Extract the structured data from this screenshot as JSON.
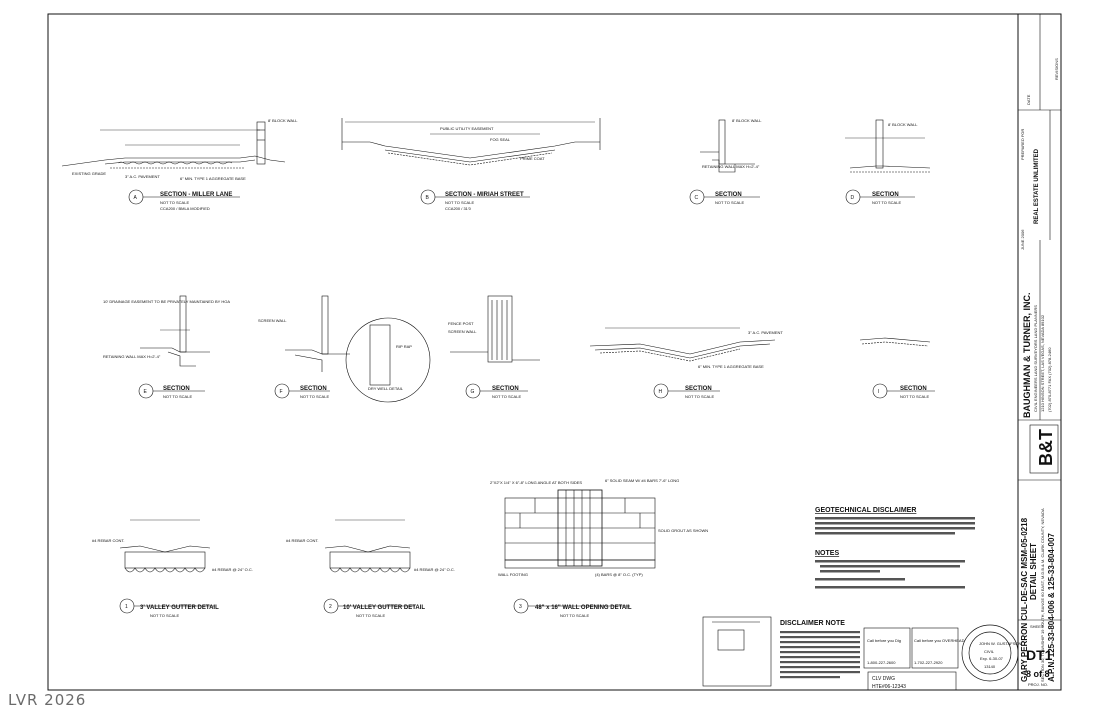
{
  "sections": {
    "a": {
      "letter": "A",
      "title": "SECTION - MILLER LANE",
      "sub": "NOT TO SCALE",
      "sub2": "CCA200 / BMLA MODIFIED"
    },
    "b": {
      "letter": "B",
      "title": "SECTION - MIRIAH STREET",
      "sub": "NOT TO SCALE",
      "sub2": "CCA200 / 31'0"
    },
    "c": {
      "letter": "C",
      "title": "SECTION",
      "sub": "NOT TO SCALE"
    },
    "d": {
      "letter": "D",
      "title": "SECTION",
      "sub": "NOT TO SCALE"
    },
    "e": {
      "letter": "E",
      "title": "SECTION",
      "sub": "NOT TO SCALE"
    },
    "f": {
      "letter": "F",
      "title": "SECTION",
      "sub": "NOT TO SCALE"
    },
    "g": {
      "letter": "G",
      "title": "SECTION",
      "sub": "NOT TO SCALE"
    },
    "h": {
      "letter": "H",
      "title": "SECTION",
      "sub": "NOT TO SCALE"
    },
    "i": {
      "letter": "I",
      "title": "SECTION",
      "sub": "NOT TO SCALE"
    },
    "d1": {
      "num": "1",
      "title": "3' VALLEY GUTTER DETAIL",
      "sub": "NOT TO SCALE"
    },
    "d2": {
      "num": "2",
      "title": "10' VALLEY GUTTER DETAIL",
      "sub": "NOT TO SCALE"
    },
    "d3": {
      "num": "3",
      "title": "48\" x 16\" WALL OPENING DETAIL",
      "sub": "NOT TO SCALE"
    }
  },
  "callouts": {
    "block_wall": "8' BLOCK WALL",
    "existing_grade": "EXISTING GRADE",
    "ac_pavement": "3\" A.C. PAVEMENT",
    "aggregate_base": "6\" MIN. TYPE 1 AGGREGATE BASE",
    "retaining_wall": "RETAINING WALL MAX H=2'-4\"",
    "public_easement": "PUBLIC UTILITY EASEMENT",
    "fog_seal": "FOG SEAL",
    "prime_coat": "PRIME COAT",
    "drainage_easement": "10' DRAINAGE EASEMENT TO BE PRIVATELY MAINTAINED BY HOA",
    "screen_wall": "SCREEN WALL",
    "fence_post": "FENCE POST",
    "rip_rap": "RIP RAP",
    "dry_well": "DRY WELL DETAIL",
    "rebar_cont": "#4 REBAR CONT.",
    "rebar_oc": "#4 REBAR @ 24\" O.C.",
    "solid_grout": "SOLID GROUT AS SHOWN",
    "wall_footing": "WALL FOOTING",
    "bars": "(4) BARS @ 8\" O.C. (TYP)",
    "angle": "2\"X2\"X 1/4\" X 6\"-8\" LONG ANGLE AT BOTH SIDES",
    "solid_seam": "6\" SOLID SEAM W/ #4 BARS 7'-6\" LONG"
  },
  "geotech": {
    "title": "GEOTECHNICAL DISCLAIMER",
    "text": "THE CONTRACTOR IS RESPONSIBLE FOR CONTACTING GEOTECHNICAL ENGINEER TO VERIFY ALL PAVEMENT, CONCRETE AND FOUNDATION RECOMMENDATIONS. THE INFORMATION SHOWN IS FOR REFERENCE INFORMATION UNLESS SPECIFIED BY THE JURISDICTIONAL AGENCY. THE GEOTECHNICAL EVALUATION FOR THIS PROJECT WAS PREPARED BY BEC ENGINEERING, INC. DATED JULY 28, 2006."
  },
  "notes": {
    "title": "NOTES",
    "items": [
      "1. ALL BLOCK WALLS TO BE CONSTRUCTED PER COUNTY STANDARD B-162-1 OR B-162-2, MASONRY FENCE WALL UNLESS SPECIFICALLY DESIGNED BY OTHERS.",
      "2. RETAINING WALL DESIGN BY OTHERS.",
      "3. TOTAL HEIGHT OF RETAINING BLOCK WALL COMBINATION NOT TO EXCEED 6'."
    ]
  },
  "disclaimer": {
    "title": "DISCLAIMER NOTE",
    "text": "UTILITY LOCATIONS SHOWN HEREON ARE APPROXIMATE ONLY. IT SHALL BE THE CONTRACTOR'S RESPONSIBILITY TO DETERMINE THE EXACT HORIZONTAL AND VERTICAL LOCATION OF ALL EXISTING UNDERGROUND AND OVERHEAD UTILITIES PRIOR TO COMMENCING CONSTRUCTION. NO REPRESENTATION IS MADE THAT ALL EXISTING UTILITIES ARE SHOWN HEREON. THE ENGINEER ASSUMES NO RESPONSIBILITY FOR UTILITIES NOT SHOWN OR UTILITIES NOT SHOWN IN THEIR PROPER LOCATION."
  },
  "call_boxes": {
    "before_you_dig": "Call before you Dig",
    "overhead": "Call before you OVERHEAD",
    "phone1": "1-800-227-2600",
    "phone2": "1-702-227-2920"
  },
  "clv": {
    "label": "CLV DWG",
    "number": "HTE#06-12343"
  },
  "title_block": {
    "project": "GARY PERRON CUL-DE-SAC MSM-05-0218",
    "sheet_title": "DETAIL SHEET",
    "location": "SECTION 30, TOWNSHIP 19 SOUTH, RANGE 60 EAST, M.D.B.& M. CLARK COUNTY, NEVADA",
    "apn": "A.P.N. 125-33-804-006 & 125-33-804-007",
    "firm": "BAUGHMAN & TURNER, INC.",
    "firm_sub": "CIVIL ENGINEERS   LAND SURVEYORS   LAND PLANNERS",
    "firm_addr": "1210 HINSON STREET, LAS VEGAS, NEVADA 89102",
    "firm_phone": "(702) 870-8771   FAX (702) 878-2460",
    "prepared_for_label": "PREPARED FOR",
    "client": "REAL ESTATE UNLIMITED",
    "date": "JUNE 2006",
    "sheet_label": "SHEET",
    "sheet_id": "DT1",
    "sheet_count": "8 of 8",
    "stamp_text": "PROFESSIONAL ENGINEER STATE OF NEVADA",
    "stamp_name": "JOHN W. GUSTAFSON",
    "stamp_no": "13140",
    "stamp_civil": "CIVIL",
    "stamp_exp": "Exp. 6-30-07",
    "revisions_label": "REVISIONS",
    "date_label": "DATE",
    "project_no_label": "PROJ. NO."
  },
  "watermark": "LVR 2026"
}
